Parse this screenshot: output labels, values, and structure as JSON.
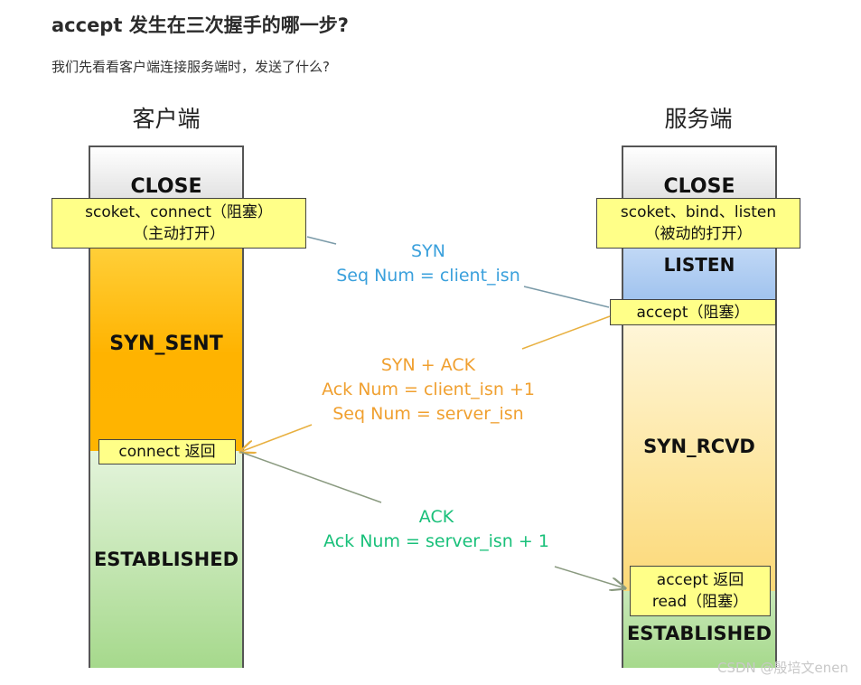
{
  "heading": "accept 发生在三次握手的哪一步?",
  "intro": "我们先看看客户端连接服务端时，发送了什么?",
  "client": {
    "title": "客户端",
    "state_close": "CLOSE",
    "note_call": [
      "scoket、connect（阻塞）",
      "（主动打开）"
    ],
    "state_syn_sent": "SYN_SENT",
    "note_return": "connect 返回",
    "state_established": "ESTABLISHED"
  },
  "server": {
    "title": "服务端",
    "state_close": "CLOSE",
    "note_call": [
      "scoket、bind、listen",
      "（被动的打开）"
    ],
    "state_listen": "LISTEN",
    "note_accept": "accept（阻塞）",
    "state_syn_rcvd": "SYN_RCVD",
    "note_return": [
      "accept 返回",
      "read（阻塞）"
    ],
    "state_established": "ESTABLISHED"
  },
  "messages": {
    "syn": [
      "SYN",
      "Seq Num = client_isn"
    ],
    "syn_ack": [
      "SYN + ACK",
      "Ack Num =  client_isn +1",
      "Seq Num = server_isn"
    ],
    "ack": [
      "ACK",
      "Ack Num = server_isn + 1"
    ]
  },
  "colors": {
    "syn": "#3aa0dc",
    "syn_ack": "#f0a030",
    "ack": "#19c07a",
    "close_block": "#e8e8e8",
    "syn_sent_block": "#ffb400",
    "established_block": "#a6d98c",
    "listen_block": "#a9c8f0",
    "syn_rcvd_block": "#fde6a0",
    "note": "#ffff88"
  },
  "watermark": "CSDN @殷培文enen"
}
